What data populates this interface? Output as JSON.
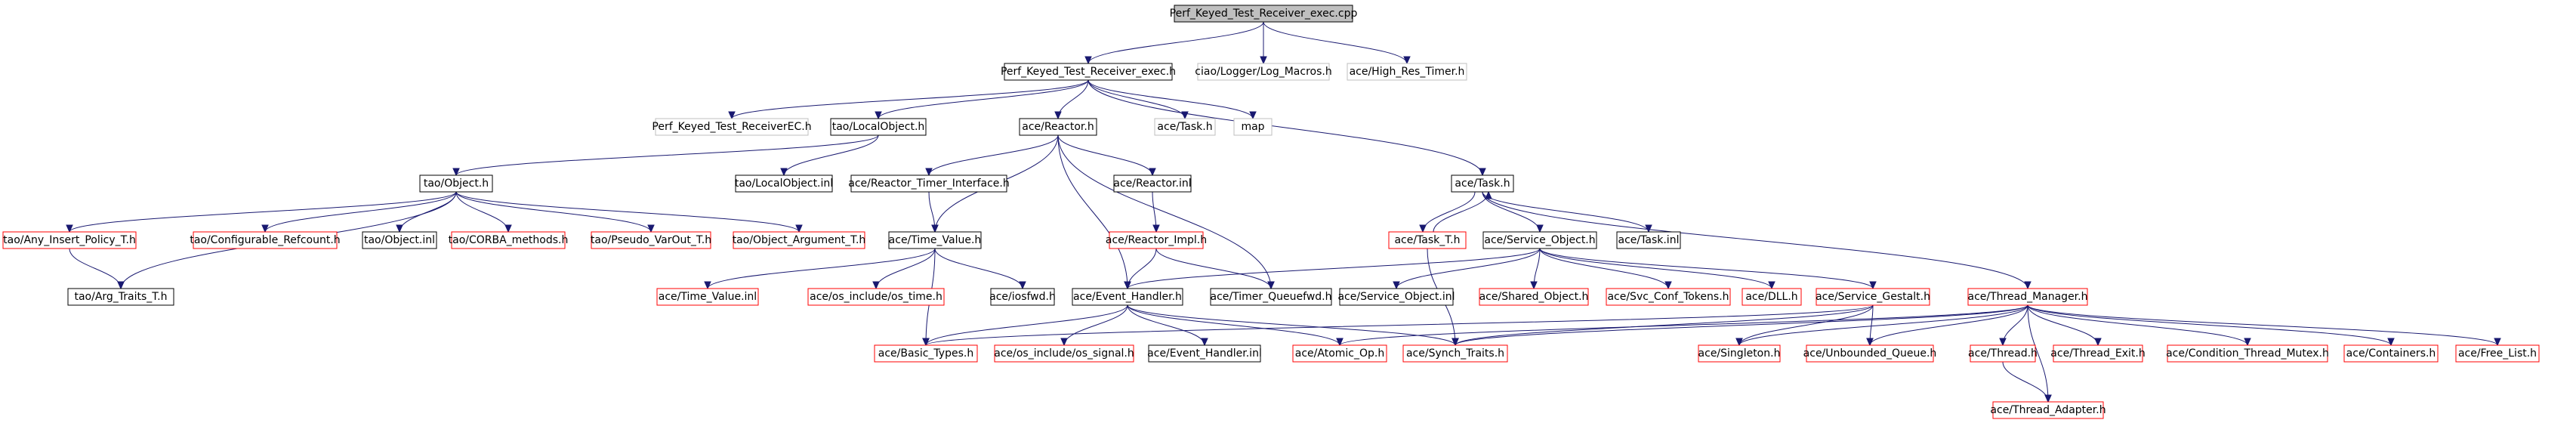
{
  "style": {
    "edge_color": "#191970",
    "border_black": "#000000",
    "border_red": "#ff0000",
    "border_grey": "#bfbfbf",
    "root_fill": "#bfbfbf",
    "node_fill": "#ffffff"
  },
  "nodes": {
    "root": "Perf_Keyed_Test_Receiver_exec.cpp",
    "exec_h": "Perf_Keyed_Test_Receiver_exec.h",
    "ciao_logger": "ciao/Logger/Log_Macros.h",
    "high_res_timer": "ace/High_Res_Timer.h",
    "receiver_ec": "Perf_Keyed_Test_ReceiverEC.h",
    "local_object_h": "tao/LocalObject.h",
    "reactor_h": "ace/Reactor.h",
    "task_h_1": "ace/Task.h",
    "map": "map",
    "object_h": "tao/Object.h",
    "local_object_inl": "tao/LocalObject.inl",
    "reactor_timer_interface": "ace/Reactor_Timer_Interface.h",
    "reactor_inl": "ace/Reactor.inl",
    "task_h_2": "ace/Task.h",
    "any_insert_policy": "tao/Any_Insert_Policy_T.h",
    "configurable_refcount": "tao/Configurable_Refcount.h",
    "object_inl": "tao/Object.inl",
    "corba_methods": "tao/CORBA_methods.h",
    "pseudo_varout": "tao/Pseudo_VarOut_T.h",
    "object_argument": "tao/Object_Argument_T.h",
    "time_value_h": "ace/Time_Value.h",
    "reactor_impl": "ace/Reactor_Impl.h",
    "task_t": "ace/Task_T.h",
    "service_object_h": "ace/Service_Object.h",
    "task_inl": "ace/Task.inl",
    "arg_traits": "tao/Arg_Traits_T.h",
    "time_value_inl": "ace/Time_Value.inl",
    "os_time": "ace/os_include/os_time.h",
    "iosfwd": "ace/iosfwd.h",
    "event_handler_h": "ace/Event_Handler.h",
    "timer_queuefwd": "ace/Timer_Queuefwd.h",
    "service_object_inl": "ace/Service_Object.inl",
    "shared_object": "ace/Shared_Object.h",
    "svc_conf_tokens": "ace/Svc_Conf_Tokens.h",
    "dll": "ace/DLL.h",
    "service_gestalt": "ace/Service_Gestalt.h",
    "thread_manager": "ace/Thread_Manager.h",
    "basic_types": "ace/Basic_Types.h",
    "os_signal": "ace/os_include/os_signal.h",
    "event_handler_inl": "ace/Event_Handler.inl",
    "atomic_op": "ace/Atomic_Op.h",
    "synch_traits": "ace/Synch_Traits.h",
    "singleton": "ace/Singleton.h",
    "unbounded_queue": "ace/Unbounded_Queue.h",
    "thread_h": "ace/Thread.h",
    "thread_exit": "ace/Thread_Exit.h",
    "condition_thread_mutex": "ace/Condition_Thread_Mutex.h",
    "containers": "ace/Containers.h",
    "free_list": "ace/Free_List.h",
    "thread_adapter": "ace/Thread_Adapter.h"
  }
}
